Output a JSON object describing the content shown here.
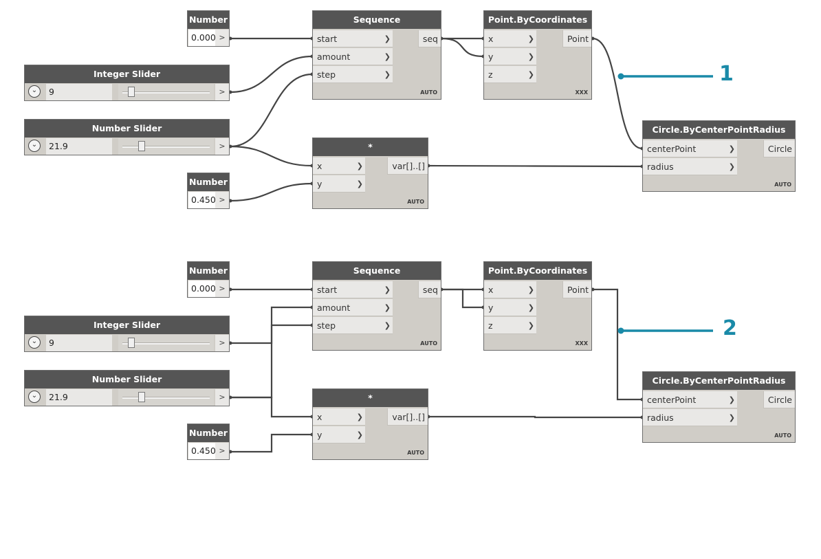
{
  "panels": [
    {
      "callout": "1",
      "number_start": {
        "title": "Number",
        "value": "0.000",
        "out": ">"
      },
      "integer_slider": {
        "title": "Integer Slider",
        "value": "9",
        "fraction": 0.1,
        "out": ">"
      },
      "number_slider": {
        "title": "Number Slider",
        "value": "21.9",
        "fraction": 0.22,
        "out": ">"
      },
      "number_factor": {
        "title": "Number",
        "value": "0.450",
        "out": ">"
      },
      "sequence": {
        "title": "Sequence",
        "inputs": [
          "start",
          "amount",
          "step"
        ],
        "output": "seq",
        "lacing": "AUTO"
      },
      "multiply": {
        "title": "*",
        "inputs": [
          "x",
          "y"
        ],
        "output": "var[]..[]",
        "lacing": "AUTO"
      },
      "point": {
        "title": "Point.ByCoordinates",
        "inputs": [
          "x",
          "y",
          "z"
        ],
        "output": "Point",
        "lacing": "XXX"
      },
      "circle": {
        "title": "Circle.ByCenterPointRadius",
        "inputs": [
          "centerPoint",
          "radius"
        ],
        "output": "Circle",
        "lacing": "AUTO"
      }
    },
    {
      "callout": "2",
      "number_start": {
        "title": "Number",
        "value": "0.000",
        "out": ">"
      },
      "integer_slider": {
        "title": "Integer Slider",
        "value": "9",
        "fraction": 0.1,
        "out": ">"
      },
      "number_slider": {
        "title": "Number Slider",
        "value": "21.9",
        "fraction": 0.22,
        "out": ">"
      },
      "number_factor": {
        "title": "Number",
        "value": "0.450",
        "out": ">"
      },
      "sequence": {
        "title": "Sequence",
        "inputs": [
          "start",
          "amount",
          "step"
        ],
        "output": "seq",
        "lacing": "AUTO"
      },
      "multiply": {
        "title": "*",
        "inputs": [
          "x",
          "y"
        ],
        "output": "var[]..[]",
        "lacing": "AUTO"
      },
      "point": {
        "title": "Point.ByCoordinates",
        "inputs": [
          "x",
          "y",
          "z"
        ],
        "output": "Point",
        "lacing": "XXX"
      },
      "circle": {
        "title": "Circle.ByCenterPointRadius",
        "inputs": [
          "centerPoint",
          "radius"
        ],
        "output": "Circle",
        "lacing": "AUTO"
      }
    }
  ],
  "wire_styles": [
    "curved",
    "polyline"
  ],
  "colors": {
    "wire": "#444444",
    "callout": "#1a8aa8",
    "node_header": "#555555",
    "node_body": "#d0cdc7"
  }
}
